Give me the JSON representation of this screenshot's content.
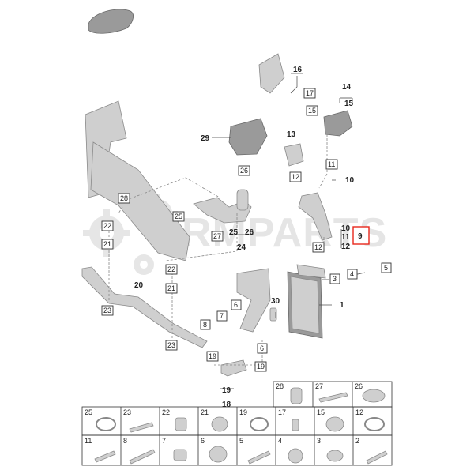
{
  "watermark": "RMPARTS",
  "highlight_color": "#e8281c",
  "callouts_plain": [
    "16",
    "14",
    "15",
    "29",
    "13",
    "10",
    "10",
    "11",
    "12",
    "24",
    "25",
    "26",
    "20",
    "30",
    "1",
    "18",
    "19"
  ],
  "callouts_boxed": [
    "17",
    "15",
    "12",
    "26",
    "11",
    "28",
    "27",
    "25",
    "22",
    "21",
    "22",
    "21",
    "23",
    "23",
    "9",
    "12",
    "3",
    "4",
    "5",
    "6",
    "7",
    "8",
    "6",
    "19",
    "19"
  ],
  "thumbnails_row1": [
    "28",
    "27",
    "26"
  ],
  "thumbnails_row2": [
    "25",
    "23",
    "22",
    "21",
    "19",
    "17",
    "15",
    "12"
  ],
  "thumbnails_row3": [
    "11",
    "8",
    "7",
    "6",
    "5",
    "4",
    "3",
    "2"
  ]
}
